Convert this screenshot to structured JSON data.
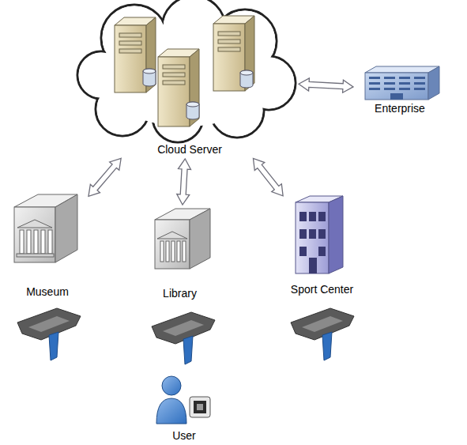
{
  "diagram": {
    "nodes": [
      {
        "text": [
          "Cloud Server"
        ]
      },
      {
        "text": [
          "Enterprise"
        ]
      },
      {
        "text": [
          "Museum"
        ]
      },
      {
        "text": [
          "Library"
        ]
      },
      {
        "text": [
          "Sport Center"
        ]
      },
      {
        "text": [
          "User"
        ]
      }
    ],
    "edges": [
      {
        "from": 0,
        "to": 1,
        "arrow": "both"
      },
      {
        "from": 0,
        "to": 2,
        "arrow": "both"
      },
      {
        "from": 0,
        "to": 3,
        "arrow": "both"
      },
      {
        "from": 0,
        "to": 4,
        "arrow": "both"
      }
    ]
  }
}
